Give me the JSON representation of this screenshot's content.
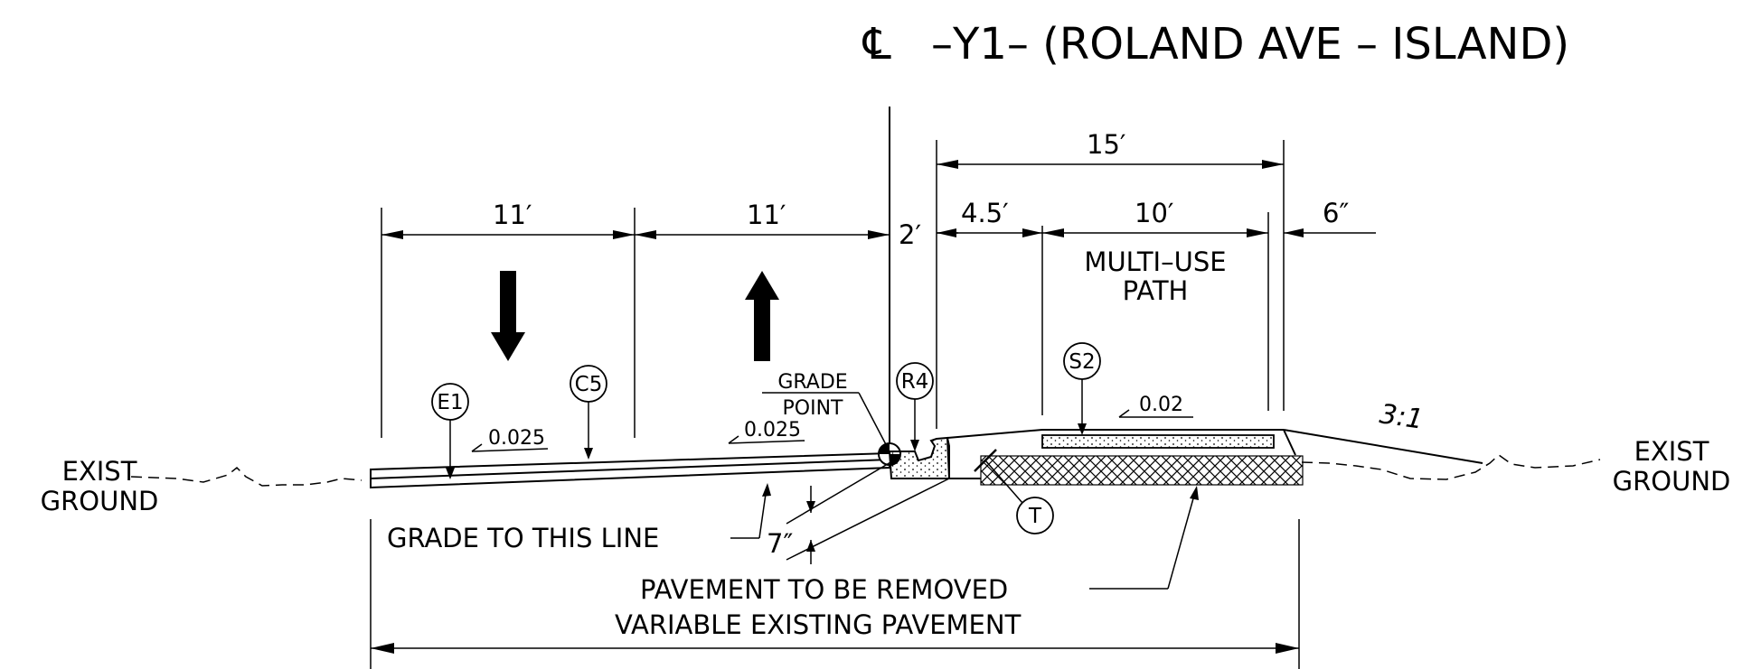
{
  "title": {
    "symbol": "℄",
    "text": "–Y1– (ROLAND  AVE – ISLAND)"
  },
  "dimensions": {
    "lane_left": "11′",
    "lane_right": "11′",
    "gutter": "2′",
    "overall_path": "15′",
    "offset": "4.5′",
    "path_width": "10′",
    "edge": "6″"
  },
  "labels": {
    "path_line1": "MULTI–USE",
    "path_line2": "PATH",
    "grade_point_line1": "GRADE",
    "grade_point_line2": "POINT",
    "exist_ground_left_1": "EXIST",
    "exist_ground_left_2": "GROUND",
    "exist_ground_right_1": "EXIST",
    "exist_ground_right_2": "GROUND",
    "grade_line": "GRADE  TO  THIS  LINE",
    "depth": "7″",
    "removal_line1": "PAVEMENT  TO  BE  REMOVED",
    "removal_line2": "VARIABLE  EXISTING  PAVEMENT"
  },
  "slopes": {
    "lane_left": "0.025",
    "lane_right": "0.025",
    "path": "0.02",
    "side_slope": "3:1"
  },
  "callouts": {
    "e1": "E1",
    "c5": "C5",
    "r4": "R4",
    "s2": "S2",
    "t": "T"
  },
  "travel_directions": [
    "down-arrow-icon",
    "up-arrow-icon"
  ]
}
